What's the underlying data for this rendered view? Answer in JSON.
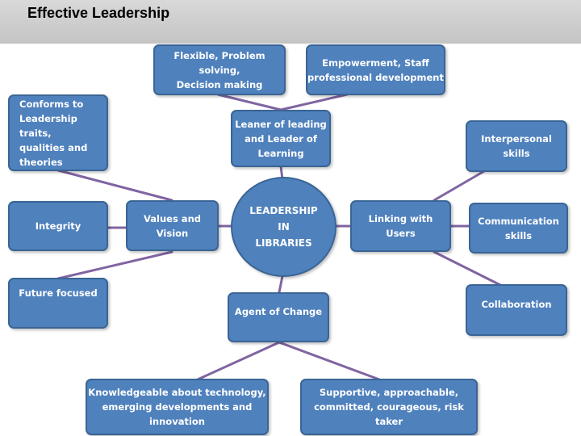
{
  "header": {
    "title": "Effective Leadership"
  },
  "diagram": {
    "center": "LEADERSHIP\nIN\nLIBRARIES",
    "nodes": {
      "flexible": "Flexible, Problem solving,\nDecision making",
      "empowerment": "Empowerment, Staff\nprofessional development",
      "learner": "Leaner of leading\nand Leader of\nLearning",
      "conforms": "Conforms to\nLeadership traits,\nqualities and\ntheories",
      "interpersonal": "Interpersonal\nskills",
      "integrity": "Integrity",
      "values": "Values and\nVision",
      "linking": "Linking with\nUsers",
      "communication": "Communication\nskills",
      "future": "Future focused",
      "agent": "Agent of Change",
      "collaboration": "Collaboration",
      "knowledgeable": "Knowledgeable about technology,\nemerging developments and\ninnovation",
      "supportive": "Supportive, approachable,\ncommitted, courageous, risk taker"
    },
    "colors": {
      "box_fill": "#4f81bd",
      "box_border": "#3a6595",
      "connector": "#8064a2"
    }
  }
}
